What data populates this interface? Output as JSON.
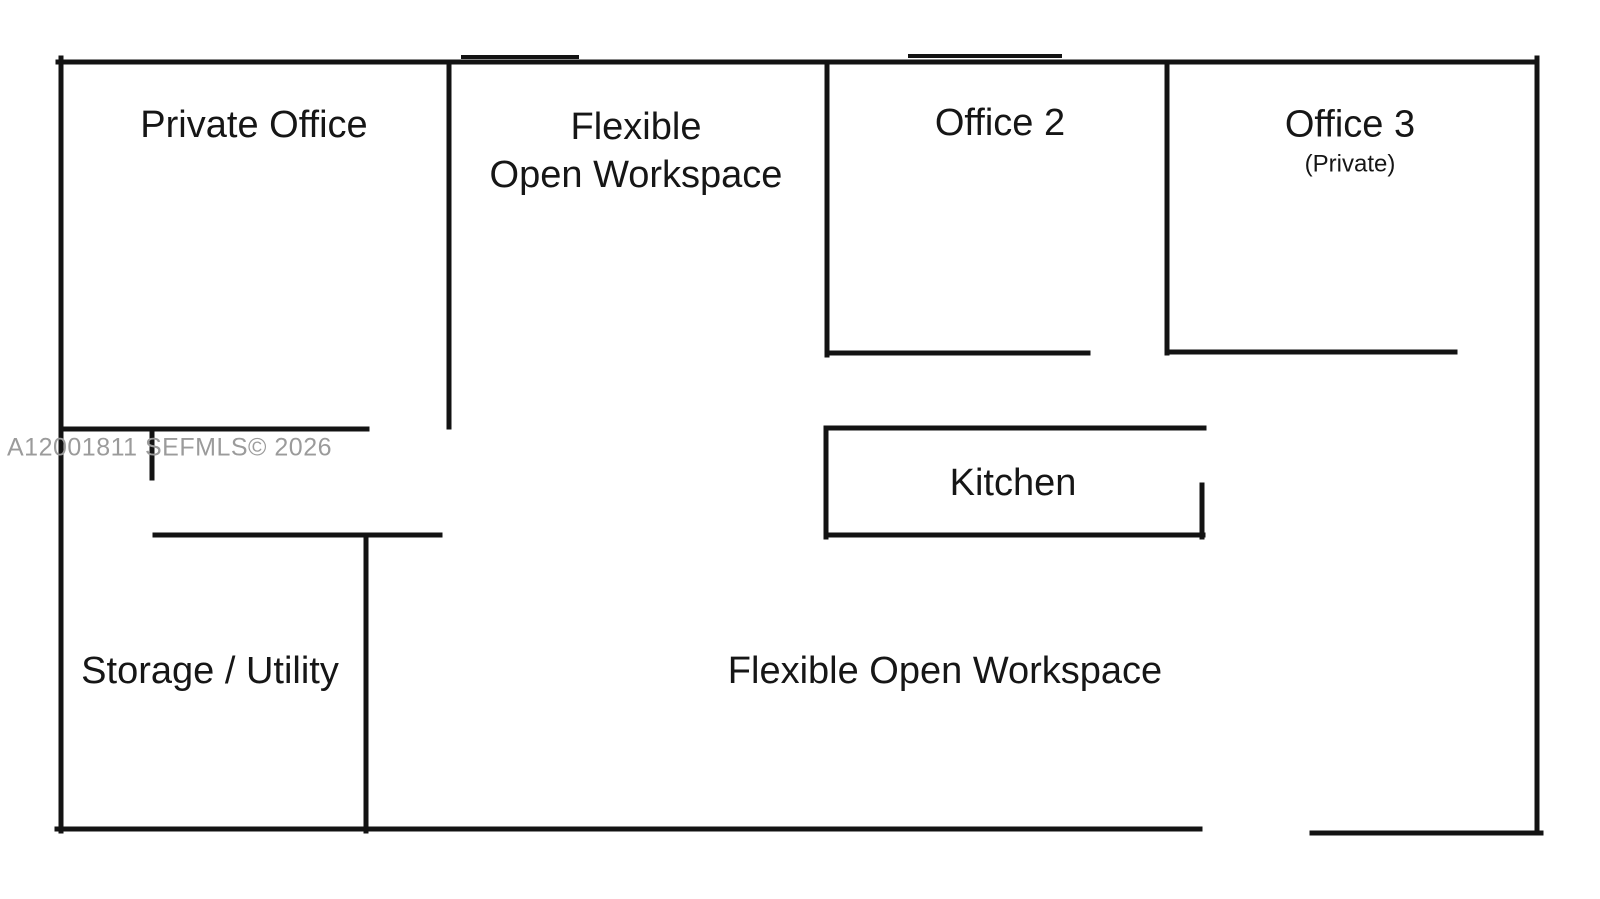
{
  "floorplan": {
    "background": "#ffffff",
    "wall_color": "#131313",
    "wall_thickness": 5,
    "rooms": {
      "private_office": {
        "label": "Private Office"
      },
      "flexible_top": {
        "lines": [
          "Flexible",
          "Open Workspace"
        ]
      },
      "office2": {
        "label": "Office 2"
      },
      "office3": {
        "label": "Office 3",
        "sublabel": "(Private)"
      },
      "kitchen": {
        "label": "Kitchen"
      },
      "storage": {
        "label": "Storage / Utility"
      },
      "flexible_bottom": {
        "label": "Flexible Open Workspace"
      }
    },
    "walls": [
      [
        58,
        62,
        1537,
        62
      ],
      [
        61,
        58,
        61,
        831
      ],
      [
        57,
        829,
        1200,
        829
      ],
      [
        1312,
        833,
        1541,
        833
      ],
      [
        1537,
        58,
        1537,
        833
      ],
      [
        449,
        62,
        449,
        427
      ],
      [
        827,
        62,
        827,
        355
      ],
      [
        827,
        353,
        1088,
        353
      ],
      [
        1167,
        62,
        1167,
        353
      ],
      [
        1167,
        352,
        1455,
        352
      ],
      [
        61,
        429,
        367,
        429
      ],
      [
        152,
        429,
        152,
        478
      ],
      [
        155,
        535,
        440,
        535
      ],
      [
        366,
        535,
        366,
        831
      ],
      [
        826,
        428,
        1204,
        428
      ],
      [
        826,
        428,
        826,
        537
      ],
      [
        826,
        535,
        1203,
        535
      ],
      [
        1202,
        485,
        1202,
        537
      ],
      [
        463,
        57,
        577,
        57,
        4
      ],
      [
        910,
        56,
        1060,
        56,
        4
      ]
    ]
  },
  "watermark": {
    "text": "A12001811  SEFMLS© 2026",
    "color": "#9b9b9b"
  }
}
